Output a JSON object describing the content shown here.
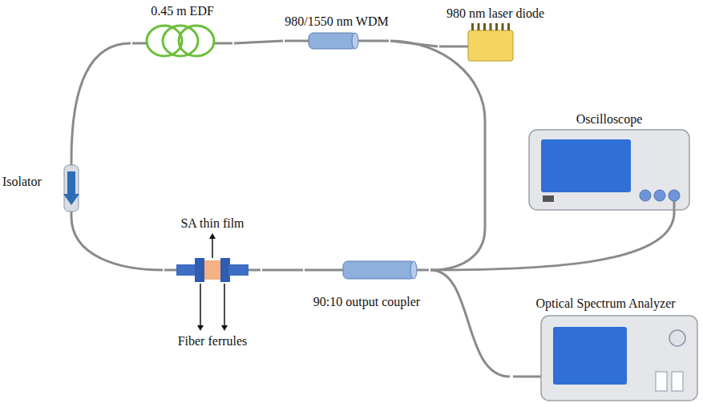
{
  "diagram": {
    "nodes": [
      {
        "text": [
          "0.45 m EDF"
        ]
      },
      {
        "text": [
          "980/1550 nm WDM"
        ]
      },
      {
        "text": [
          "980 nm laser diode"
        ]
      },
      {
        "text": [
          "Isolator"
        ]
      },
      {
        "text": [
          "SA thin film",
          "Fiber ferrules"
        ]
      },
      {
        "text": [
          "90:10 output coupler"
        ]
      },
      {
        "text": [
          "Oscilloscope"
        ]
      },
      {
        "text": [
          "Optical Spectrum Analyzer"
        ]
      }
    ],
    "edges": [
      {
        "from": 0,
        "to": 1,
        "arrow": "none"
      },
      {
        "from": 1,
        "to": 2,
        "arrow": "none"
      },
      {
        "from": 1,
        "to": 5,
        "arrow": "none"
      },
      {
        "from": 0,
        "to": 3,
        "arrow": "none"
      },
      {
        "from": 3,
        "to": 4,
        "arrow": "none"
      },
      {
        "from": 4,
        "to": 5,
        "arrow": "none"
      },
      {
        "from": 5,
        "to": 6,
        "arrow": "none"
      },
      {
        "from": 5,
        "to": 7,
        "arrow": "none"
      }
    ]
  }
}
